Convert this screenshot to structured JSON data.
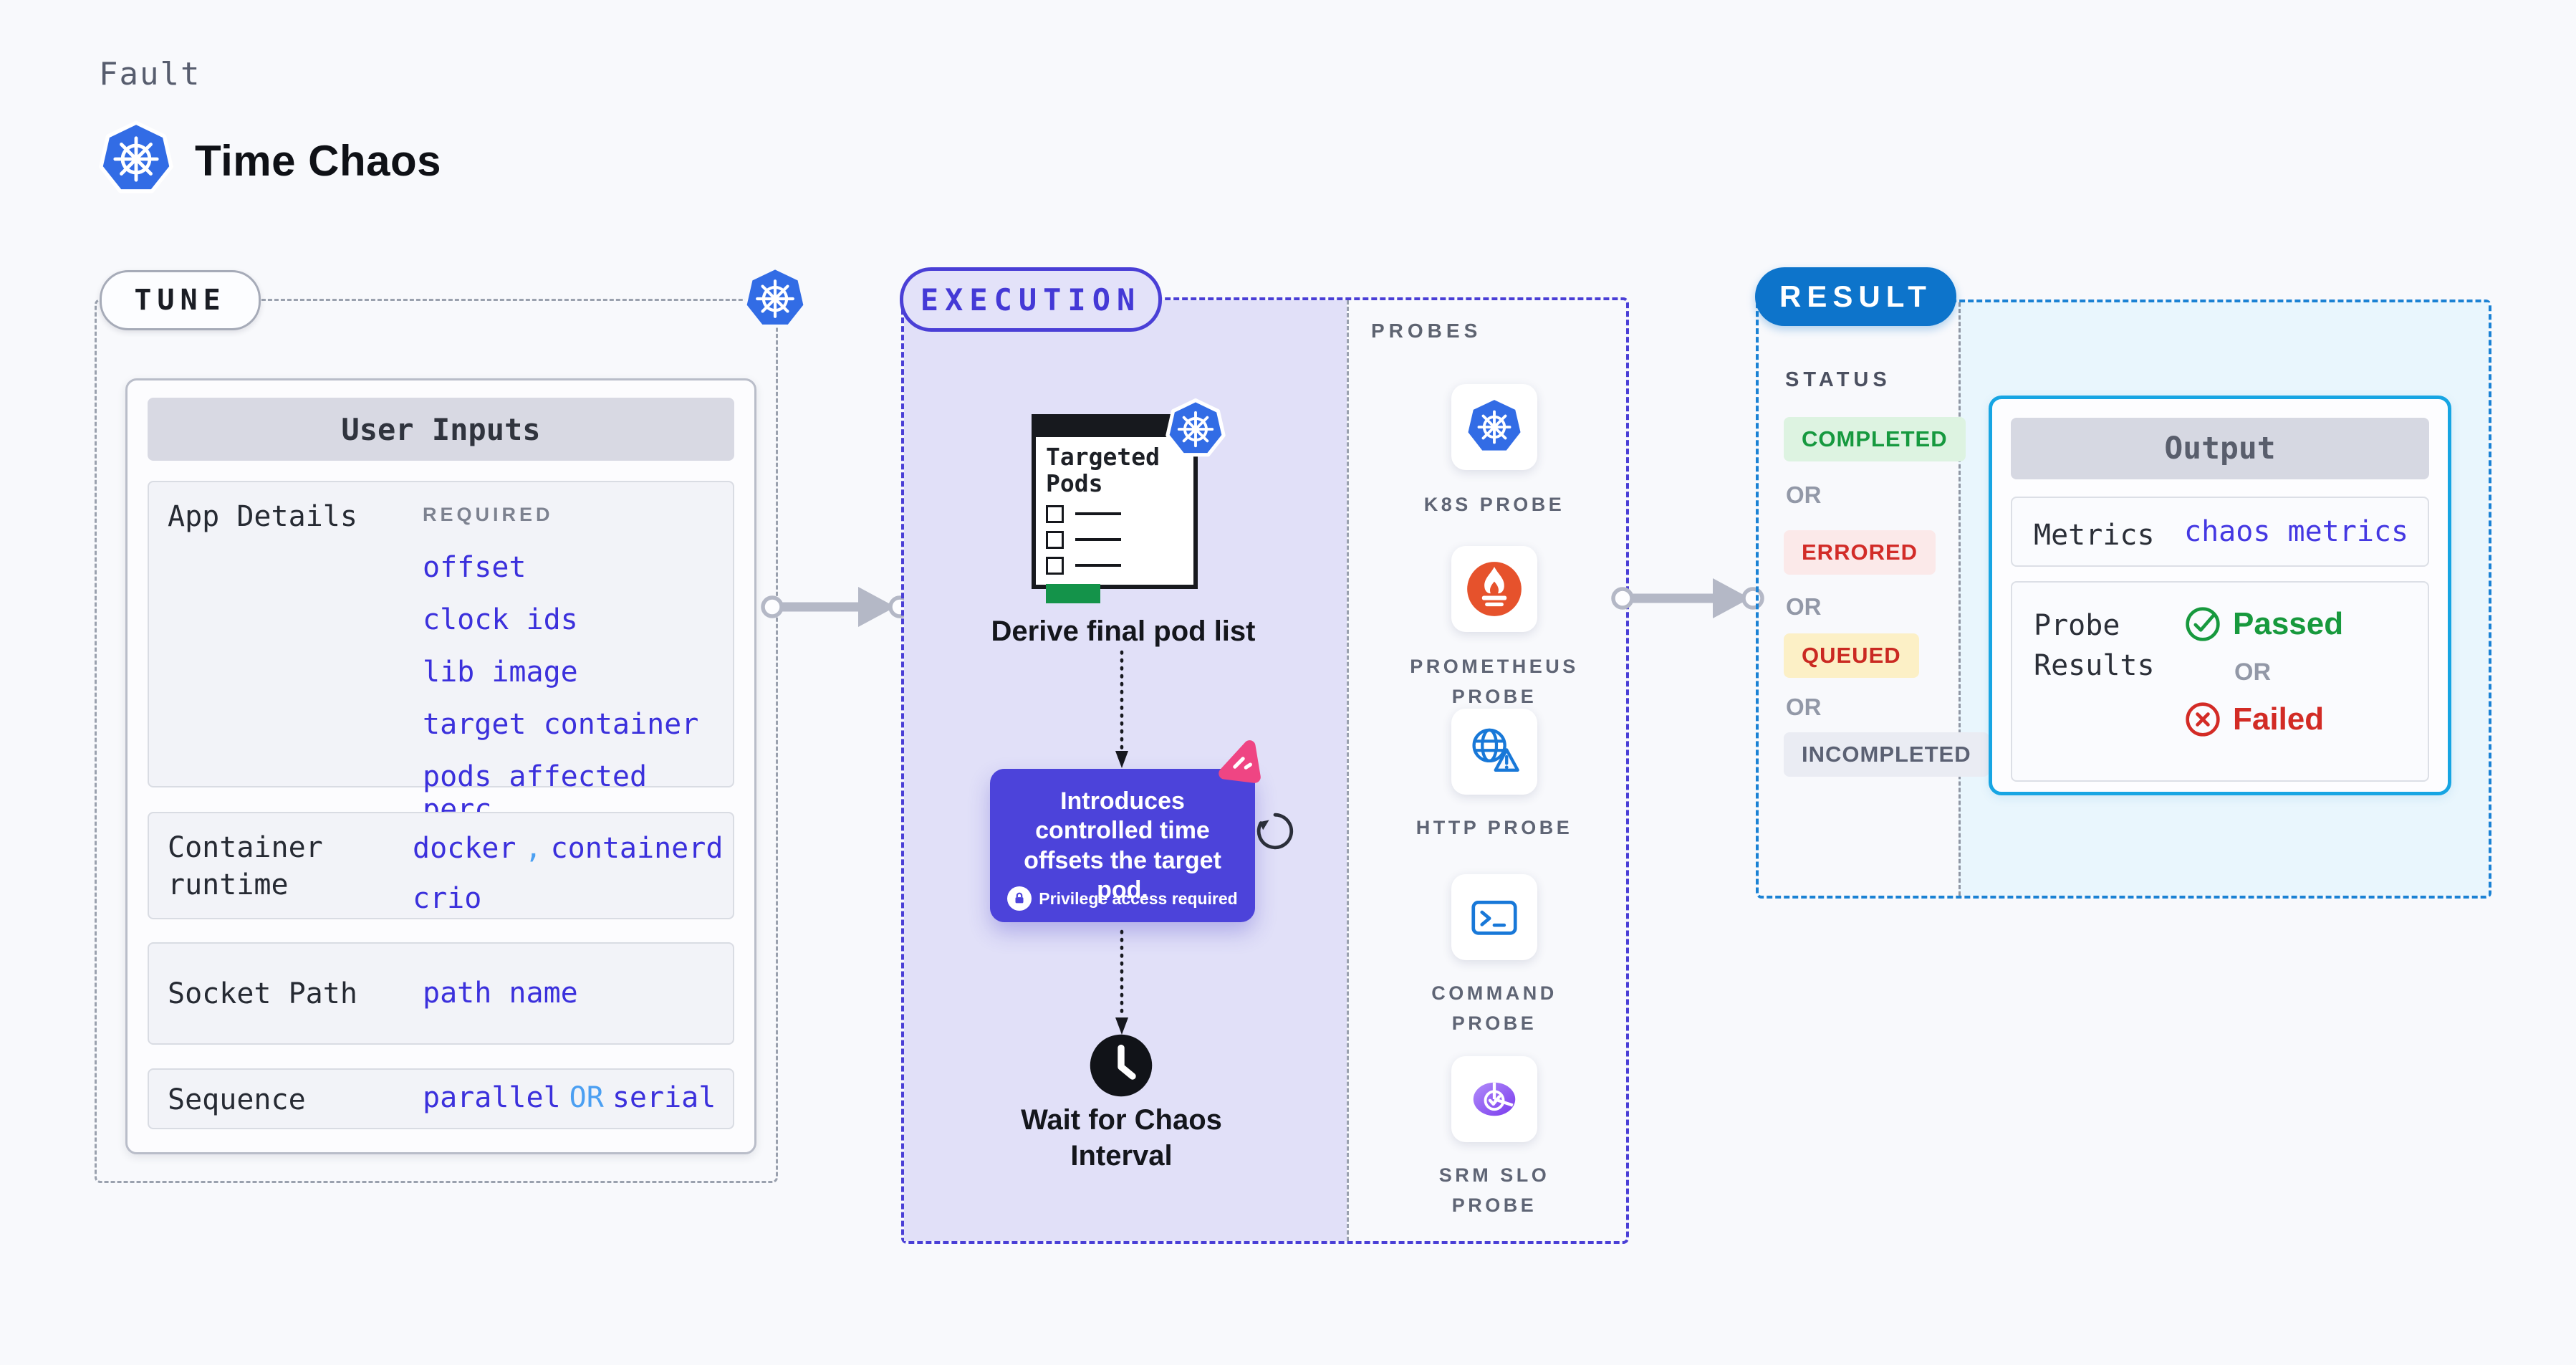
{
  "colors": {
    "page_bg": "#f8f9fc",
    "kubernetes_blue": "#326ce5",
    "link_indigo": "#3b30dc",
    "accent_light_blue": "#4b9ff2",
    "execution_indigo": "#4a3fd6",
    "execution_fill": "#e1e0f8",
    "callout_purple": "#4c43da",
    "litmus_pink": "#ef4583",
    "result_blue": "#0d74cb",
    "result_fill": "#e9f6fd",
    "output_border_cyan": "#17a5e3",
    "status_green": "#16993f",
    "status_red": "#d22c28",
    "pods_green_bar": "#14934a"
  },
  "header": {
    "kicker": "Fault",
    "title": "Time Chaos"
  },
  "tune": {
    "badge": "TUNE",
    "card": {
      "header": "User Inputs",
      "app_details": {
        "label": "App Details",
        "tag": "REQUIRED",
        "links": [
          "offset",
          "clock ids",
          "lib image",
          "target container",
          "pods affected perc"
        ]
      },
      "container_runtime": {
        "label": "Container runtime",
        "runtime_1": "docker",
        "separator": ",",
        "runtime_2": "containerd",
        "runtime_3": "crio"
      },
      "socket_path": {
        "label": "Socket Path",
        "value": "path name"
      },
      "sequence": {
        "label": "Sequence",
        "option_1": "parallel",
        "connector": "OR",
        "option_2": "serial"
      }
    }
  },
  "execution": {
    "badge": "EXECUTION",
    "pods_window_title": "Targeted Pods",
    "step_derive": "Derive final pod list",
    "callout_text": "Introduces controlled time offsets the target pod.",
    "callout_note": "Privilege access required",
    "step_wait": "Wait for Chaos Interval"
  },
  "probes": {
    "label": "PROBES",
    "items": [
      {
        "name": "K8S PROBE",
        "icon": "kubernetes-icon"
      },
      {
        "name": "PROMETHEUS PROBE",
        "icon": "prometheus-icon"
      },
      {
        "name": "HTTP PROBE",
        "icon": "globe-alert-icon"
      },
      {
        "name": "COMMAND PROBE",
        "icon": "terminal-icon"
      },
      {
        "name": "SRM SLO PROBE",
        "icon": "slo-pie-check-icon"
      }
    ]
  },
  "result": {
    "badge": "RESULT",
    "status": {
      "label": "STATUS",
      "separator": "OR",
      "options": [
        {
          "text": "COMPLETED"
        },
        {
          "text": "ERRORED"
        },
        {
          "text": "QUEUED"
        },
        {
          "text": "INCOMPLETED"
        }
      ]
    },
    "output": {
      "header": "Output",
      "metrics_label": "Metrics",
      "metrics_value": "chaos metrics",
      "probe_results_label": "Probe Results",
      "passed": "Passed",
      "separator": "OR",
      "failed": "Failed"
    }
  }
}
